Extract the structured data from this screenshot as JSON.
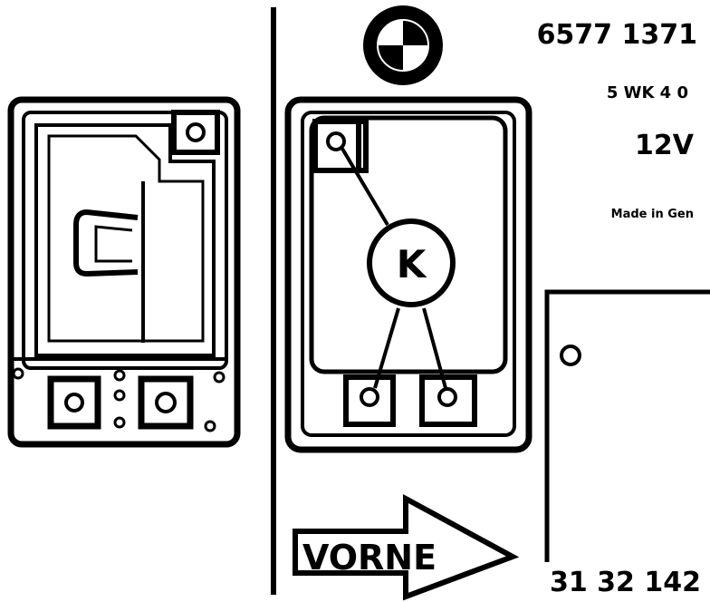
{
  "labels": {
    "part_number": "6577 1371",
    "model_code": "5 WK 4  0",
    "voltage": "12V",
    "origin": "Made in Gen",
    "relay_symbol": "K",
    "direction_arrow": "VORNE",
    "drawing_number": "31 32 142"
  },
  "logo": {
    "brand": "BMW",
    "colors": {
      "ring": "#000000",
      "quarter_light": "#ffffff",
      "quarter_dark": "#000000"
    }
  },
  "colors": {
    "line": "#000000",
    "background": "#ffffff"
  }
}
